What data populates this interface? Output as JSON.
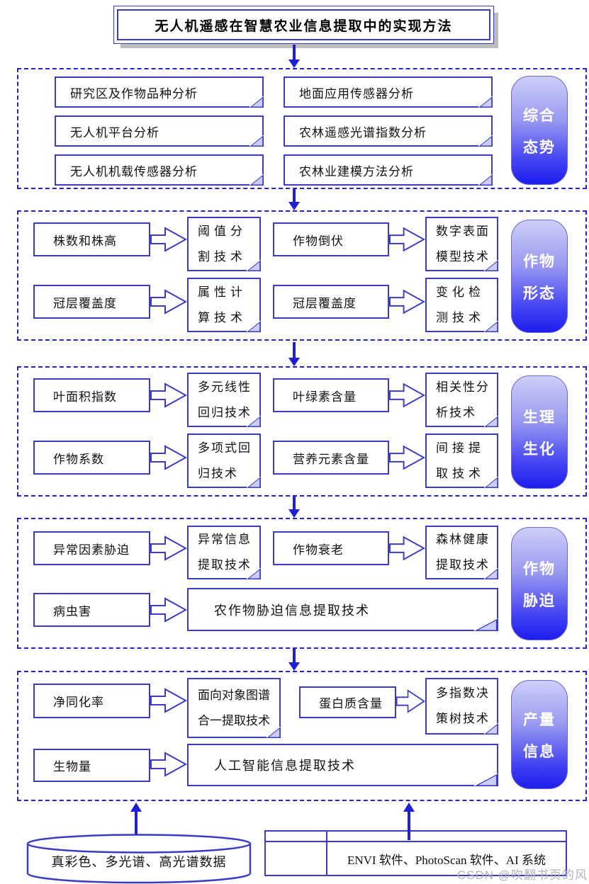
{
  "title": "无人机遥感在智慧农业信息提取中的实现方法",
  "sections": {
    "s1": {
      "label": "综合态势",
      "label_lines": [
        "综合",
        "态势"
      ],
      "left_items": [
        "研究区及作物品种分析",
        "无人机平台分析",
        "无人机机载传感器分析"
      ],
      "right_items": [
        "地面应用传感器分析",
        "农林遥感光谱指数分析",
        "农林业建模方法分析"
      ]
    },
    "s2": {
      "label": "作物形态",
      "label_lines": [
        "作物",
        "形态"
      ],
      "pairs": [
        {
          "src": "株数和株高",
          "tech": "阈值分割技术"
        },
        {
          "src": "作物倒伏",
          "tech": "数字表面模型技术"
        },
        {
          "src": "冠层覆盖度",
          "tech": "属性计算技术"
        },
        {
          "src": "冠层覆盖度",
          "tech": "变化检测技术"
        }
      ]
    },
    "s3": {
      "label": "生理生化",
      "label_lines": [
        "生理",
        "生化"
      ],
      "pairs": [
        {
          "src": "叶面积指数",
          "tech": "多元线性回归技术"
        },
        {
          "src": "叶绿素含量",
          "tech": "相关性分析技术"
        },
        {
          "src": "作物系数",
          "tech": "多项式回归技术"
        },
        {
          "src": "营养元素含量",
          "tech": "间接提取技术"
        }
      ]
    },
    "s4": {
      "label": "作物胁迫",
      "label_lines": [
        "作物",
        "胁迫"
      ],
      "pairs": [
        {
          "src": "异常因素胁迫",
          "tech": "异常信息提取技术"
        },
        {
          "src": "作物衰老",
          "tech": "森林健康提取技术"
        }
      ],
      "wide": {
        "src": "病虫害",
        "tech": "农作物胁迫信息提取技术"
      }
    },
    "s5": {
      "label": "产量信息",
      "label_lines": [
        "产量",
        "信息"
      ],
      "pairs": [
        {
          "src": "净同化率",
          "tech": "面向对象图谱合一提取技术"
        },
        {
          "src": "蛋白质含量",
          "tech": "多指数决策树技术"
        }
      ],
      "wide": {
        "src": "生物量",
        "tech": "人工智能信息提取技术"
      }
    }
  },
  "bottom": {
    "cylinder_label": "真彩色、多光谱、高光谱数据",
    "card_label": "ENVI 软件、PhotoScan 软件、AI 系统"
  },
  "watermark": "CSDN @吹翻书页的风",
  "colors": {
    "node_border": "#3b3bc4",
    "dashed_border": "#2424cf",
    "arrow_blue": "#1f1fd4",
    "fold_fill": "#ccccff",
    "pill_gradient_top": "#cecef9",
    "pill_gradient_bottom": "#1d1df0",
    "title_shadow": "#bdbdbd",
    "watermark_gray": "#b2b2bc"
  }
}
